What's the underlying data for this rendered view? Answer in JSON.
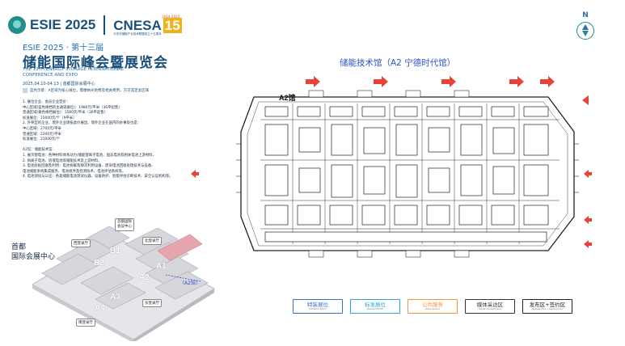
{
  "header": {
    "esie_logo_text": "ESIE 2025",
    "cnesa_top": "2014-2025",
    "cnesa_logo_text": "CNESA",
    "cnesa_anniversary": "15",
    "cnesa_sub": "中关村储能产业技术联盟成立十五周年",
    "subtitle": "ESIE 2025 · 第十三届",
    "title": "储能国际峰会暨展览会",
    "title_en_1": "THE 13TH ENERGY STORAGE INTERNATIONAL",
    "title_en_2": "CONFERENCE AND EXPO",
    "date": "2025.04.10-04.13 | 首都国际会展中心",
    "notice": "蓝色示意：A区域为核心展位，需缴纳光地费及相关费用，方可选定此区域"
  },
  "rules": [
    "1. 展位企业、会员企业定价：",
    "中心区域(蓝色格档的主通道展位)：1980元/平米（36平起售）",
    "普通区域(黄色格档展位)：1580元/平米（36平起售）",
    "标准展位：15000元/个（9平米）",
    "2. 外骨型的企业、境外企业请按此价展出、境外企业在国内的办事处也是：",
    "中心区域：2700元/平米",
    "普通区域：2200元/平米",
    "标准展位：21000元/个",
    "",
    "A2馆：储能技术馆",
    "1. 展示锂电池：各种材料体系动力/储能锂离子电池、固态电池及相关电池上游材料。",
    "2. 钠离子电池、钒液电池等储能技术及上游材料。",
    "3. 电池底板回收及利用：电池拆解及梯次利用设备、废旧电池回收处理技术与设备、",
    "   电池储能系统集成服务、电池组件及检测技术、电池评估系统等。",
    "4. 电池测试与认证：各类储能电池测试仪器、设备防护、智能评估诊断技术、安全认证机构等。"
  ],
  "venue": {
    "title_1": "首都",
    "title_2": "国际会展中心",
    "halls": [
      "B1",
      "B2",
      "A1",
      "A2",
      "A3",
      "A4"
    ],
    "callouts": {
      "conference": "首都国际\n会议中心",
      "north_lobby": "北登录厅",
      "west_lobby": "西登录厅",
      "east_lobby": "东登录厅",
      "south_lobby": "南登录厅"
    },
    "a2_tag": "（A2馆）"
  },
  "plan": {
    "compass": "N",
    "title": "储能技术馆（A2 宁德时代馆）",
    "hall_name": "A2馆"
  },
  "legend": [
    {
      "label": "特装展位",
      "en": "Exhibition Booth",
      "color": "#3a6fc8"
    },
    {
      "label": "标准展位",
      "en": "Standard Booth",
      "color": "#2fa4d8"
    },
    {
      "label": "公共服务",
      "en": "Public Service",
      "color": "#f0953a"
    },
    {
      "label": "媒体采访区",
      "en": "Media Interview Area",
      "color": "#333333"
    },
    {
      "label": "发布区+签约区",
      "en": "Release Area + Signing Area",
      "color": "#222222"
    }
  ]
}
